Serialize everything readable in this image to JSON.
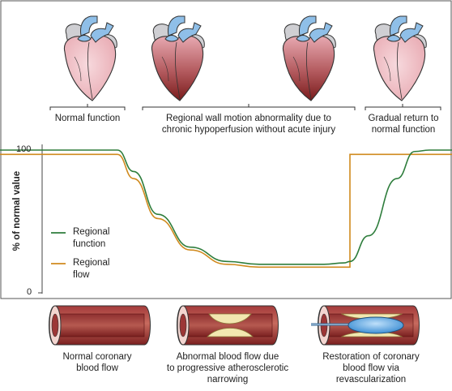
{
  "axis": {
    "ylabel": "% of normal value",
    "tick_100": "100",
    "tick_0": "0"
  },
  "phases": {
    "normal": "Normal function",
    "regional_line1": "Regional wall motion abnormality due to",
    "regional_line2": "chronic hypoperfusion without acute injury",
    "gradual_line1": "Gradual return to",
    "gradual_line2": "normal function"
  },
  "legend": {
    "function_line1": "Regional",
    "function_line2": "function",
    "flow_line1": "Regional",
    "flow_line2": "flow"
  },
  "vessels": {
    "normal_line1": "Normal coronary",
    "normal_line2": "blood flow",
    "abnormal_line1": "Abnormal blood flow due",
    "abnormal_line2": "to progressive atherosclerotic",
    "abnormal_line3": "narrowing",
    "restore_line1": "Restoration of coronary",
    "restore_line2": "blood flow via",
    "restore_line3": "revascularization"
  },
  "colors": {
    "function_line": "#2e7d3c",
    "flow_line": "#d08a1e",
    "vessel_wall": "#8b2a2a",
    "plaque": "#f2e7b0",
    "balloon": "#5aa6e0"
  },
  "chart_data": {
    "type": "line",
    "ylabel": "% of normal value",
    "ylim": [
      0,
      100
    ],
    "series": [
      {
        "name": "Regional function",
        "values": [
          100,
          100,
          100,
          85,
          55,
          32,
          22,
          20,
          20,
          20,
          21,
          22,
          40,
          80,
          99,
          100,
          100
        ]
      },
      {
        "name": "Regional flow",
        "values": [
          97,
          97,
          97,
          80,
          52,
          30,
          20,
          18,
          18,
          18,
          18,
          18,
          97,
          97,
          97,
          97,
          97
        ]
      }
    ]
  }
}
